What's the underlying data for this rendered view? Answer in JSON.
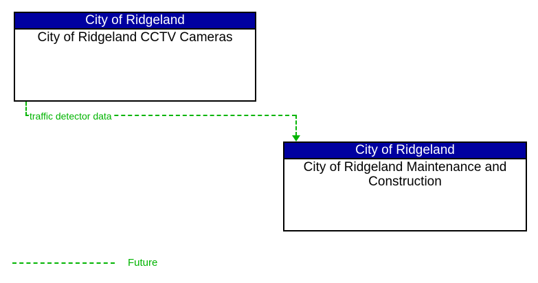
{
  "colors": {
    "background": "#FFFFFF",
    "entity_header_bg": "#0000A0",
    "entity_header_text": "#FFFFFF",
    "entity_body_text": "#000000",
    "entity_border": "#000000",
    "future_flow_green": "#00B400"
  },
  "boxes": [
    {
      "header": "City of Ridgeland",
      "label": "City of Ridgeland CCTV Cameras"
    },
    {
      "header": "City of Ridgeland",
      "label": "City of Ridgeland Maintenance and Construction"
    }
  ],
  "flows": [
    {
      "label": "traffic detector data",
      "status": "future",
      "from": "City of Ridgeland CCTV Cameras",
      "to": "City of Ridgeland Maintenance and Construction",
      "direction": "down"
    }
  ],
  "legend": {
    "items": [
      {
        "label": "Future",
        "line_style": "dashed",
        "color": "#00B400"
      }
    ]
  }
}
